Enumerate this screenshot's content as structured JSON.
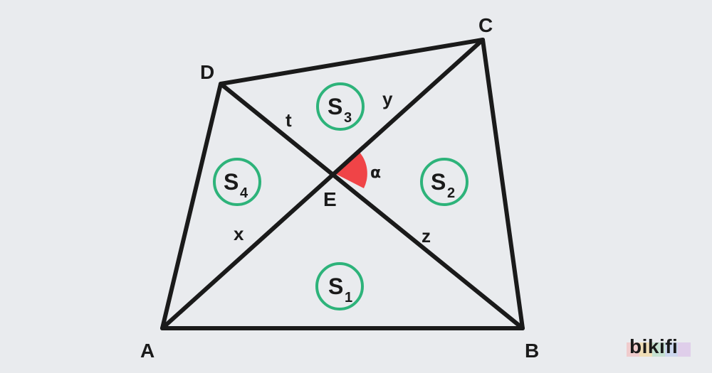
{
  "diagram": {
    "vertices": {
      "A": "A",
      "B": "B",
      "C": "C",
      "D": "D",
      "E": "E"
    },
    "segments": {
      "x": "x",
      "y": "y",
      "z": "z",
      "t": "t"
    },
    "angle": {
      "label": "α",
      "color": "#f04447"
    },
    "areas": [
      {
        "main": "S",
        "sub": "1"
      },
      {
        "main": "S",
        "sub": "2"
      },
      {
        "main": "S",
        "sub": "3"
      },
      {
        "main": "S",
        "sub": "4"
      }
    ],
    "colors": {
      "lines": "#1a1a1a",
      "area_circles": "#2db37a",
      "background": "#e9ebee"
    }
  },
  "logo": {
    "text": "bikifi",
    "bar_colors": [
      "#f5b3b3",
      "#f6d48a",
      "#a9d9b9",
      "#b7c7ef",
      "#d7b6e8"
    ]
  }
}
